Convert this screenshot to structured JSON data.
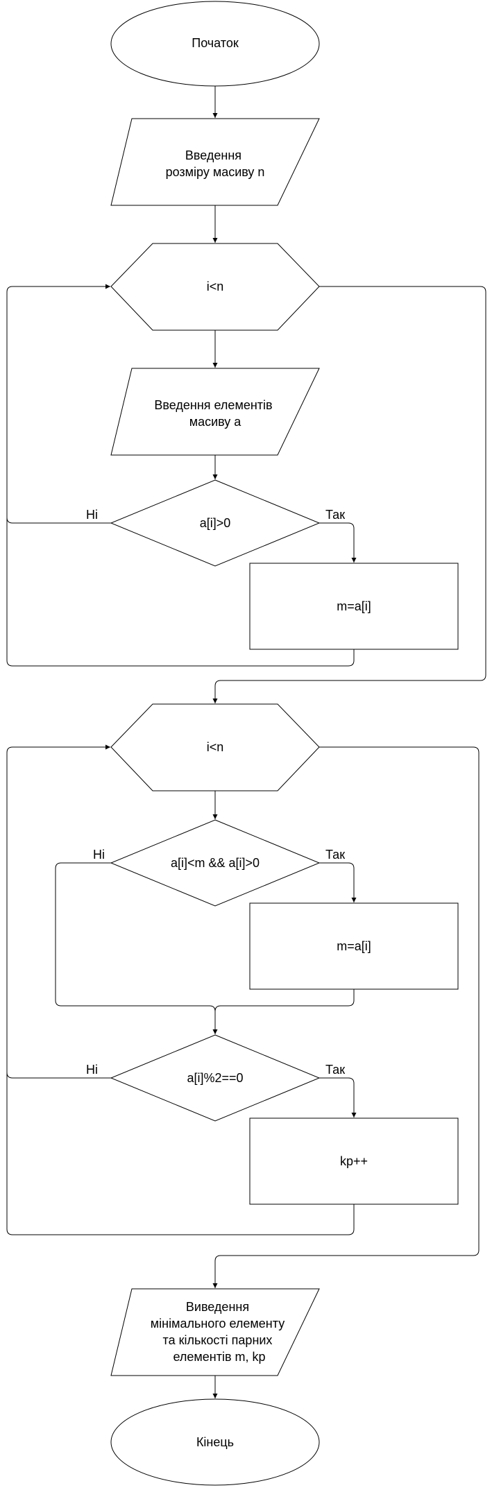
{
  "start": {
    "text": "Початок"
  },
  "input_size": {
    "lines": [
      "Введення",
      "розміру масиву n"
    ]
  },
  "loop1": {
    "condition": "i<n"
  },
  "input_elements": {
    "lines": [
      "Введення елементів",
      "масиву a"
    ]
  },
  "check_positive": {
    "condition": "a[i]>0",
    "no": "Ні",
    "yes": "Так"
  },
  "assign1": {
    "text": "m=a[i]"
  },
  "loop2": {
    "condition": "i<n"
  },
  "check_min": {
    "condition": "a[i]<m && a[i]>0",
    "no": "Ні",
    "yes": "Так"
  },
  "assign2": {
    "text": "m=a[i]"
  },
  "check_even": {
    "condition": "a[i]%2==0",
    "no": "Ні",
    "yes": "Так"
  },
  "increment": {
    "text": "kp++"
  },
  "output": {
    "lines": [
      "Виведення",
      "мінімального елементу",
      "та кількості парних",
      "елементів m, kp"
    ]
  },
  "end": {
    "text": "Кінець"
  }
}
